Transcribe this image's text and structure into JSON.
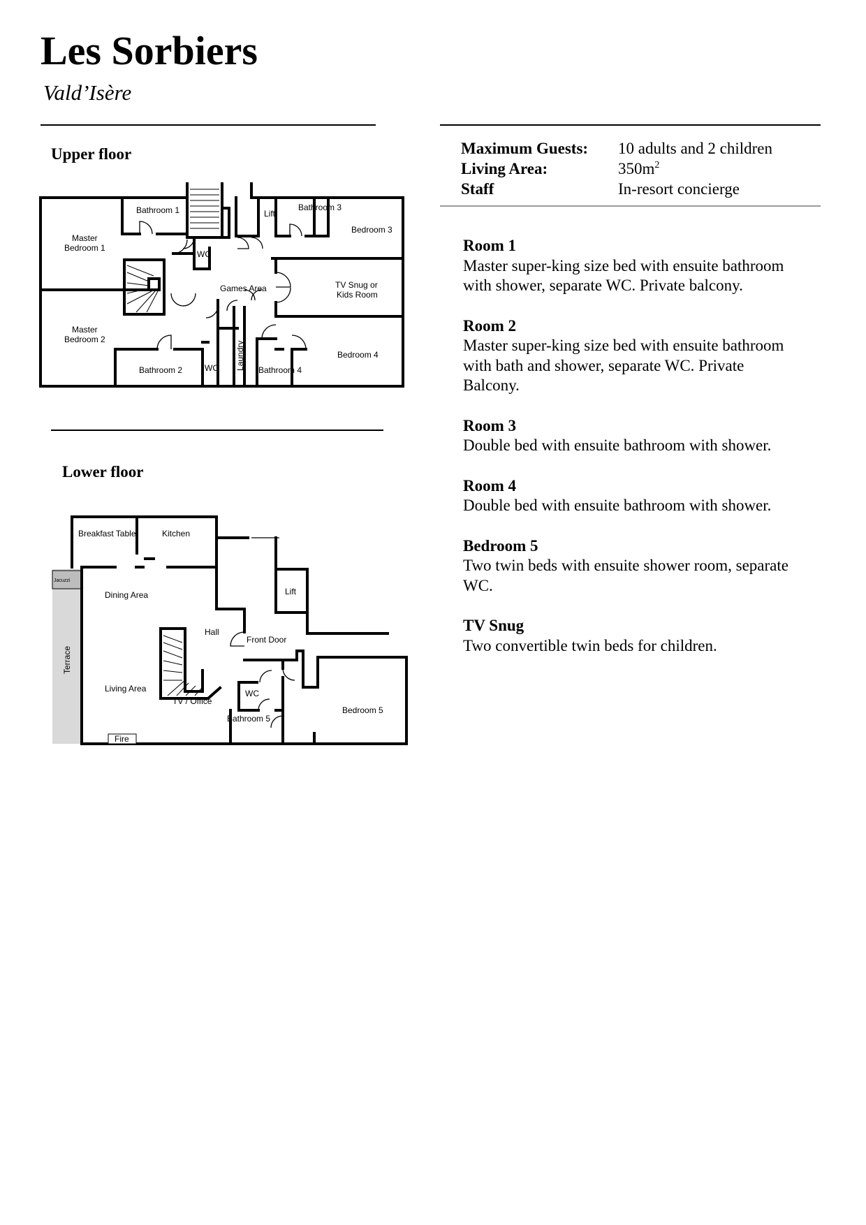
{
  "header": {
    "title": "Les Sorbiers",
    "subtitle": "Vald’Isère"
  },
  "plans": {
    "upper": {
      "heading": "Upper floor",
      "labels": {
        "bathroom1": "Bathroom 1",
        "master1_a": "Master",
        "master1_b": "Bedroom 1",
        "wc1": "WC",
        "lift": "Lift",
        "bathroom3": "Bathroom 3",
        "bedroom3": "Bedroom 3",
        "games": "Games Area",
        "snug_a": "TV Snug or",
        "snug_b": "Kids Room",
        "master2_a": "Master",
        "master2_b": "Bedroom 2",
        "bathroom2": "Bathroom 2",
        "wc2": "WC",
        "laundry": "Laundry",
        "bathroom4": "Bathroom 4",
        "bedroom4": "Bedroom 4"
      }
    },
    "lower": {
      "heading": "Lower floor",
      "labels": {
        "breakfast": "Breakfast Table",
        "kitchen": "Kitchen",
        "jacuzzi": "Jacuzzi",
        "lift": "Lift",
        "dining": "Dining Area",
        "hall": "Hall",
        "front_door": "Front Door",
        "terrace": "Terrace",
        "living": "Living Area",
        "tv_office": "TV / Office",
        "wc": "WC",
        "bathroom5": "Bathroom 5",
        "bedroom5": "Bedroom 5",
        "fire": "Fire"
      }
    }
  },
  "facts": [
    {
      "key": "Maximum Guests:",
      "value": "10 adults and 2 children"
    },
    {
      "key": "Living Area:",
      "value": "350m",
      "sup": "2"
    },
    {
      "key": "Staff",
      "value": "In-resort concierge"
    }
  ],
  "rooms": [
    {
      "heading": "Room 1",
      "lines": [
        "Master super-king size bed with ensuite bathroom",
        "with shower, separate WC. Private balcony."
      ]
    },
    {
      "heading": "Room 2",
      "lines": [
        "Master super-king size bed with ensuite bathroom",
        "with bath and shower, separate WC. Private",
        "Balcony."
      ]
    },
    {
      "heading": "Room 3",
      "lines": [
        "Double bed with ensuite bathroom with shower."
      ]
    },
    {
      "heading": "Room 4",
      "lines": [
        "Double bed with ensuite bathroom with shower."
      ]
    },
    {
      "heading": "Bedroom 5",
      "lines": [
        "Two twin beds with ensuite shower room, separate",
        "WC."
      ]
    },
    {
      "heading": "TV Snug",
      "lines": [
        "Two convertible twin beds for children."
      ]
    }
  ]
}
